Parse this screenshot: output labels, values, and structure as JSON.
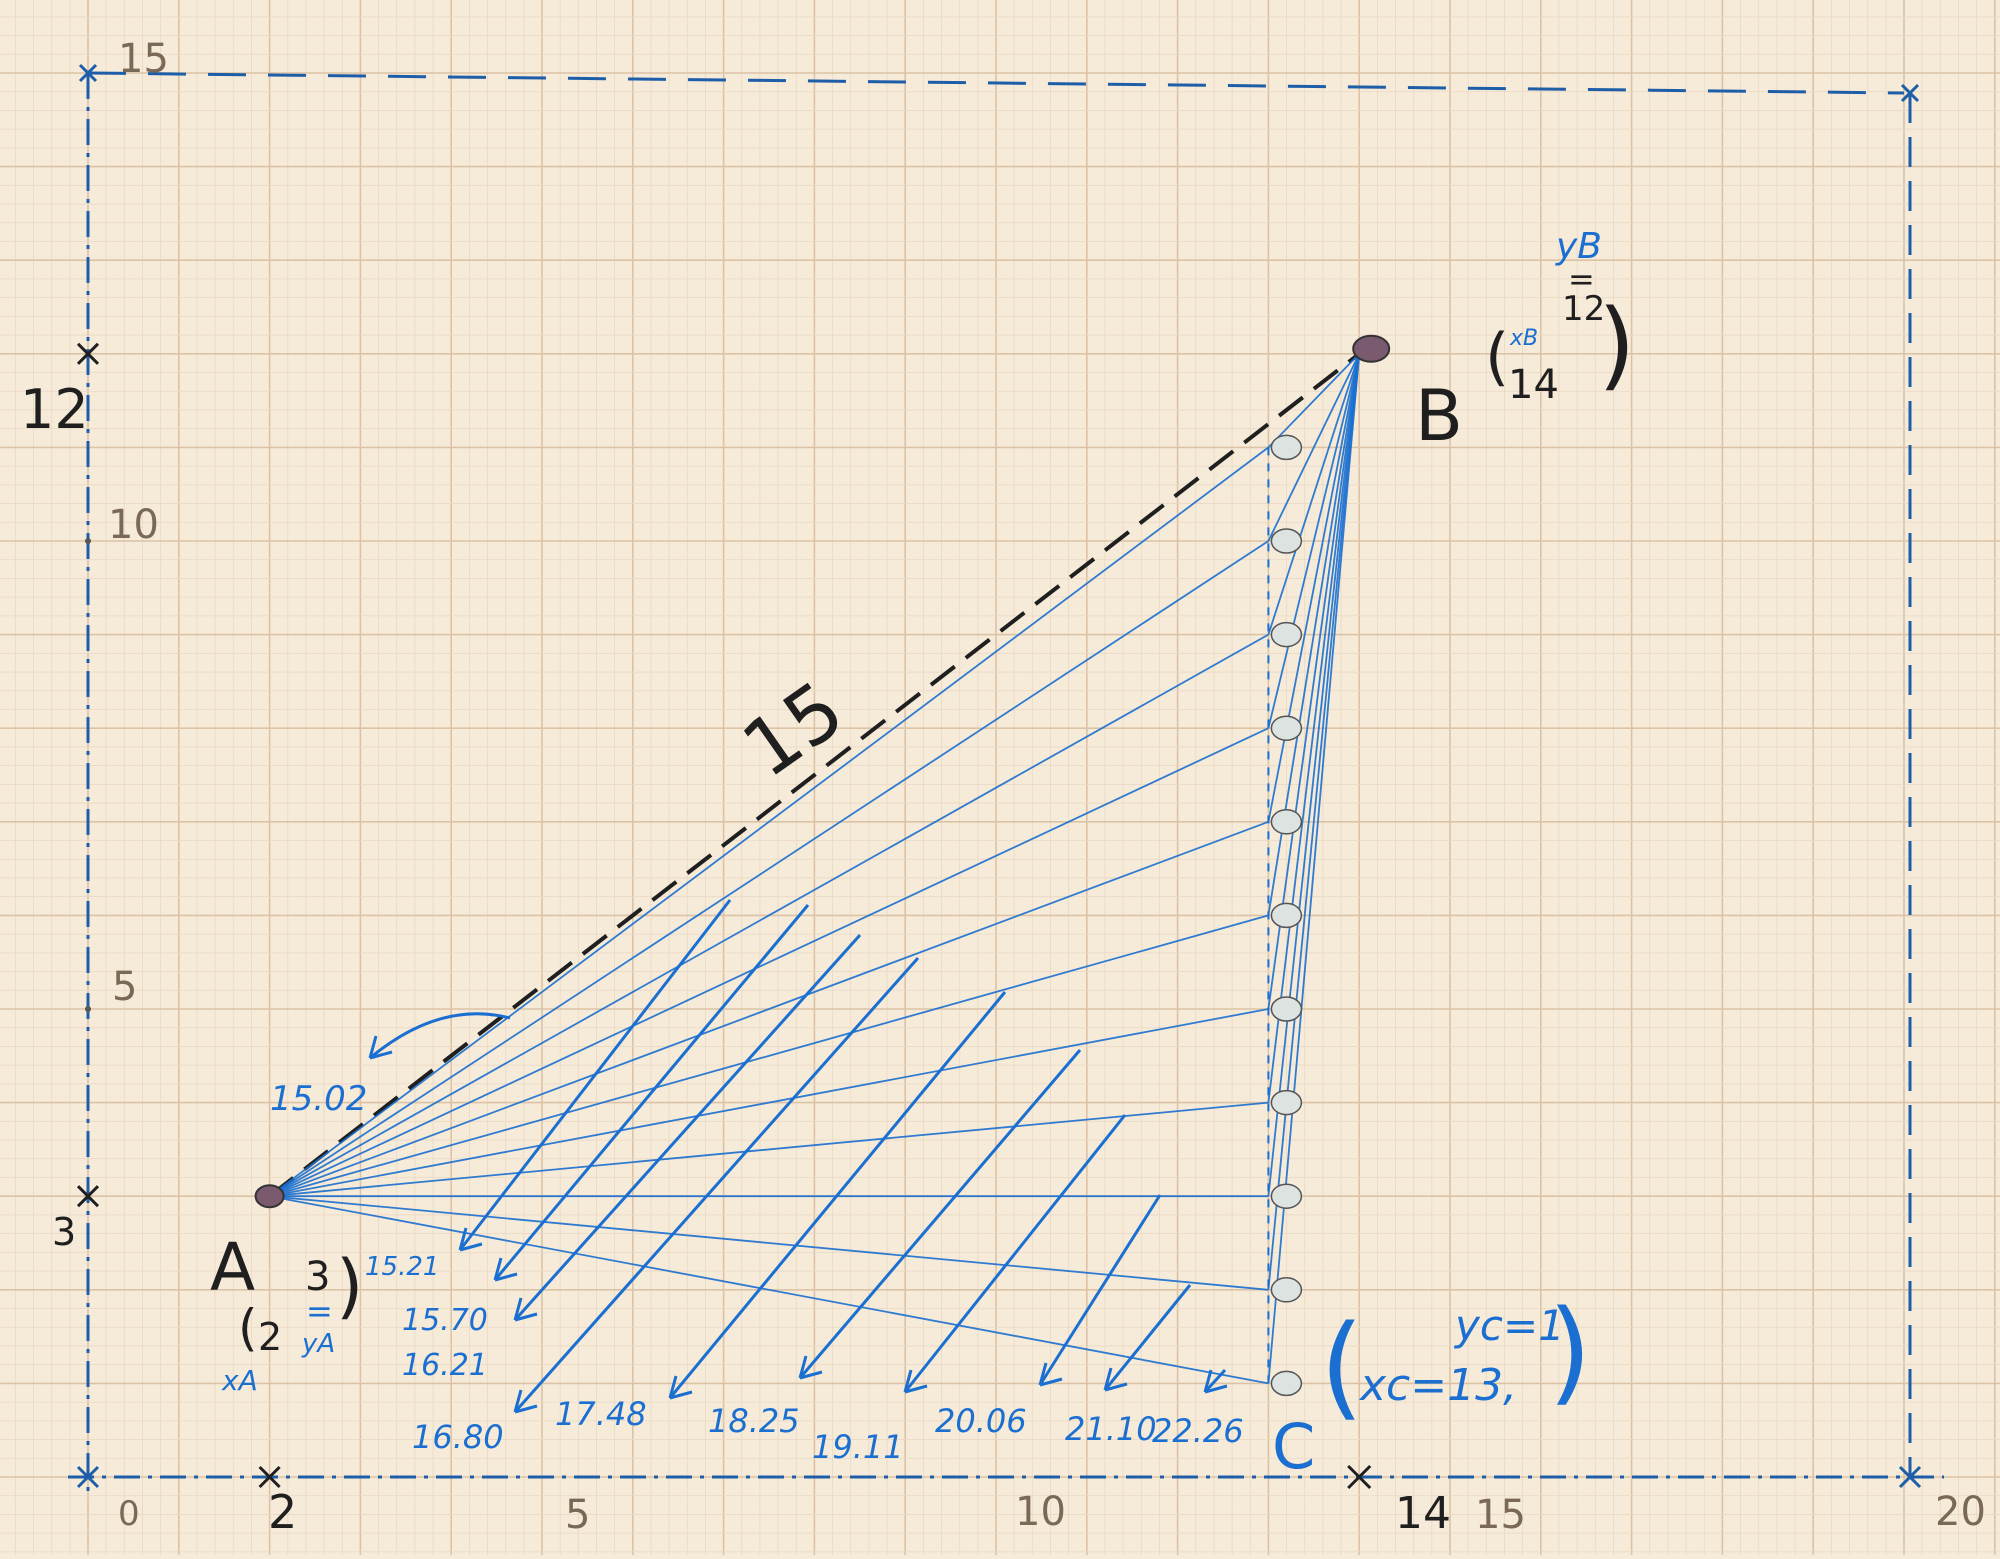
{
  "colors": {
    "paper": "#f6ead9",
    "grid_minor": "#ead8c3",
    "grid_major": "#dcc3a6",
    "ink_blue": "#1a6fd0",
    "ink_dark": "#1f1f1f",
    "axis_blue": "#1e5ea8",
    "bead_gray": "#dde3e0",
    "pin_purple": "#7a5a6e"
  },
  "axes": {
    "x_range": [
      0,
      20
    ],
    "y_range": [
      0,
      15
    ],
    "x_ticks": [
      "0",
      "2",
      "5",
      "10",
      "14",
      "15",
      "20"
    ],
    "y_ticks": [
      "3",
      "5",
      "10",
      "12",
      "15"
    ]
  },
  "points": {
    "A": {
      "label": "A",
      "x": 2,
      "y": 3,
      "coord_open": "(",
      "x_text": "2",
      "y_text": "3",
      "eq": "=",
      "y_sub": "yA",
      "x_sub": "xA",
      "coord_close": ")"
    },
    "B": {
      "label": "B",
      "x": 14,
      "y": 12,
      "coord_open": "(",
      "x_sub": "xB",
      "x_text": "14",
      "y_sub": "yB",
      "y_text": "12",
      "eq": "=",
      "coord_close": ")"
    },
    "C": {
      "label": "C",
      "x": 13,
      "y": 1,
      "coord_open": "(",
      "x_text": "xc=13,",
      "y_text": "yc=1",
      "coord_close": ")"
    }
  },
  "ab_length": "15",
  "distances": [
    {
      "label": "15.02",
      "y": 11
    },
    {
      "label": "15.21",
      "y": 10
    },
    {
      "label": "15.70",
      "y": 9
    },
    {
      "label": "16.21",
      "y": 8
    },
    {
      "label": "16.80",
      "y": 7
    },
    {
      "label": "17.48",
      "y": 6
    },
    {
      "label": "18.25",
      "y": 5
    },
    {
      "label": "19.11",
      "y": 4
    },
    {
      "label": "20.06",
      "y": 3
    },
    {
      "label": "21.10",
      "y": 2
    },
    {
      "label": "22.26",
      "y": 1
    }
  ]
}
